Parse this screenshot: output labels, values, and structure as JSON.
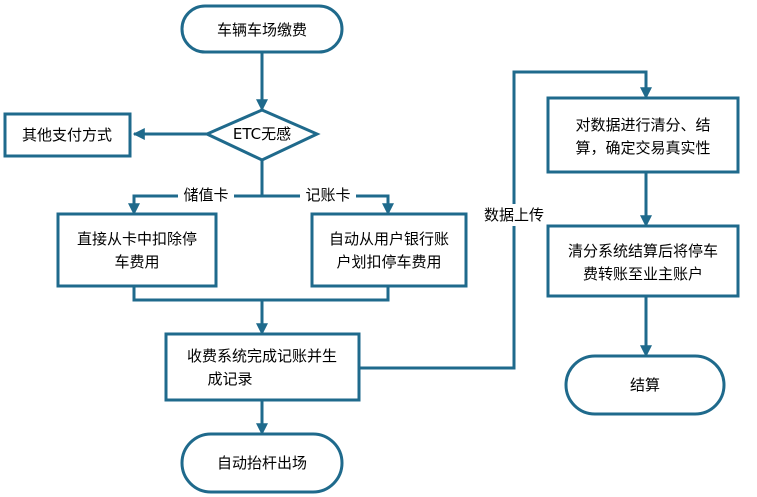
{
  "colors": {
    "stroke": "#1f6a8c",
    "text": "#000000",
    "background": "#ffffff"
  },
  "nodes": {
    "start": "车辆车场缴费",
    "decision": "ETC无感",
    "other_payment": "其他支付方式",
    "card_deduct": [
      "直接从卡中扣除停",
      "车费用"
    ],
    "bank_deduct": [
      "自动从用户银行账",
      "户划扣停车费用"
    ],
    "record": [
      "收费系统完成记账并生",
      "成记录"
    ],
    "exit": "自动抬杆出场",
    "clearing": [
      "对数据进行清分、结",
      "算，确定交易真实性"
    ],
    "transfer": [
      "清分系统结算后将停车",
      "费转账至业主账户"
    ],
    "end": "结算"
  },
  "edges": {
    "stored_value": "储值卡",
    "credit_card": "记账卡",
    "upload": "数据上传"
  }
}
